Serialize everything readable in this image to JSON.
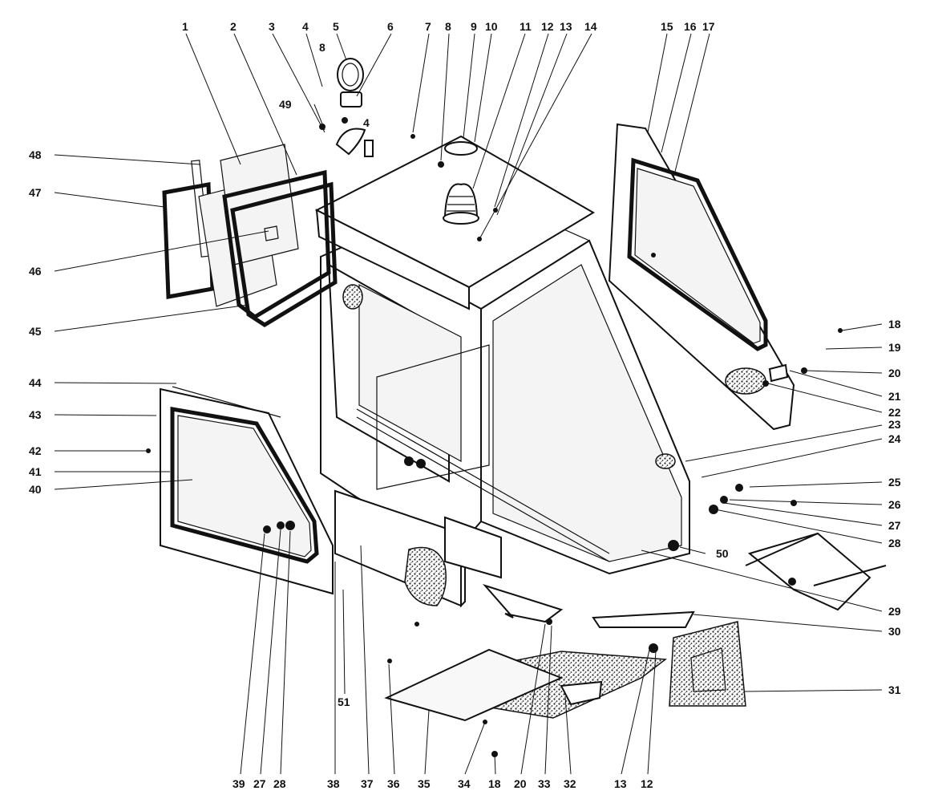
{
  "diagram": {
    "type": "exploded-parts-view",
    "callouts": [
      {
        "id": "c1",
        "label": "1"
      },
      {
        "id": "c2",
        "label": "2"
      },
      {
        "id": "c3",
        "label": "3"
      },
      {
        "id": "c4a",
        "label": "4"
      },
      {
        "id": "c4b",
        "label": "4"
      },
      {
        "id": "c5",
        "label": "5"
      },
      {
        "id": "c6",
        "label": "6"
      },
      {
        "id": "c7",
        "label": "7"
      },
      {
        "id": "c8a",
        "label": "8"
      },
      {
        "id": "c8b",
        "label": "8"
      },
      {
        "id": "c9",
        "label": "9"
      },
      {
        "id": "c10",
        "label": "10"
      },
      {
        "id": "c11",
        "label": "11"
      },
      {
        "id": "c12a",
        "label": "12"
      },
      {
        "id": "c13a",
        "label": "13"
      },
      {
        "id": "c14",
        "label": "14"
      },
      {
        "id": "c15",
        "label": "15"
      },
      {
        "id": "c16",
        "label": "16"
      },
      {
        "id": "c17",
        "label": "17"
      },
      {
        "id": "c18a",
        "label": "18"
      },
      {
        "id": "c19",
        "label": "19"
      },
      {
        "id": "c20a",
        "label": "20"
      },
      {
        "id": "c21",
        "label": "21"
      },
      {
        "id": "c22",
        "label": "22"
      },
      {
        "id": "c23",
        "label": "23"
      },
      {
        "id": "c24",
        "label": "24"
      },
      {
        "id": "c25",
        "label": "25"
      },
      {
        "id": "c26",
        "label": "26"
      },
      {
        "id": "c27a",
        "label": "27"
      },
      {
        "id": "c28a",
        "label": "28"
      },
      {
        "id": "c29",
        "label": "29"
      },
      {
        "id": "c30",
        "label": "30"
      },
      {
        "id": "c31",
        "label": "31"
      },
      {
        "id": "c50",
        "label": "50"
      },
      {
        "id": "c49",
        "label": "49"
      },
      {
        "id": "c48",
        "label": "48"
      },
      {
        "id": "c47",
        "label": "47"
      },
      {
        "id": "c46",
        "label": "46"
      },
      {
        "id": "c45",
        "label": "45"
      },
      {
        "id": "c44",
        "label": "44"
      },
      {
        "id": "c43",
        "label": "43"
      },
      {
        "id": "c42",
        "label": "42"
      },
      {
        "id": "c41",
        "label": "41"
      },
      {
        "id": "c40",
        "label": "40"
      },
      {
        "id": "c39",
        "label": "39"
      },
      {
        "id": "c27b",
        "label": "27"
      },
      {
        "id": "c28b",
        "label": "28"
      },
      {
        "id": "c51",
        "label": "51"
      },
      {
        "id": "c38",
        "label": "38"
      },
      {
        "id": "c37",
        "label": "37"
      },
      {
        "id": "c36",
        "label": "36"
      },
      {
        "id": "c35",
        "label": "35"
      },
      {
        "id": "c34",
        "label": "34"
      },
      {
        "id": "c18b",
        "label": "18"
      },
      {
        "id": "c20b",
        "label": "20"
      },
      {
        "id": "c33",
        "label": "33"
      },
      {
        "id": "c32",
        "label": "32"
      },
      {
        "id": "c13b",
        "label": "13"
      },
      {
        "id": "c12b",
        "label": "12"
      }
    ]
  }
}
